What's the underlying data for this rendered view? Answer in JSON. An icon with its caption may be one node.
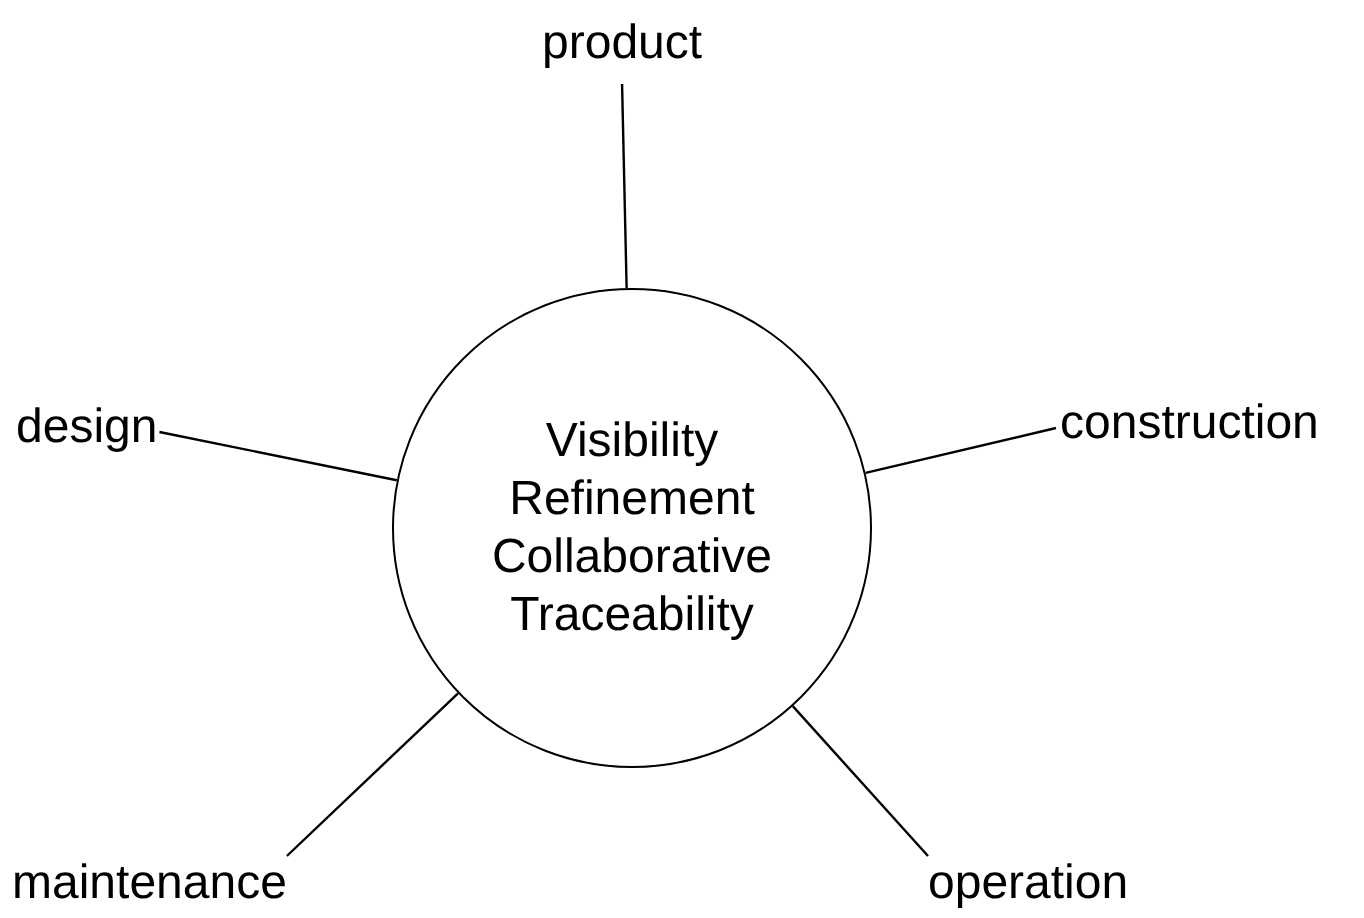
{
  "diagram": {
    "nodes": [
      {
        "text": [
          "Visibility",
          "Refinement",
          "Collaborative",
          "Traceability"
        ]
      },
      {
        "text": [
          "product"
        ]
      },
      {
        "text": [
          "design"
        ]
      },
      {
        "text": [
          "construction"
        ]
      },
      {
        "text": [
          "maintenance"
        ]
      },
      {
        "text": [
          "operation"
        ]
      }
    ],
    "edges": [
      {
        "from": 0,
        "to": 1,
        "arrow": "none"
      },
      {
        "from": 0,
        "to": 2,
        "arrow": "none"
      },
      {
        "from": 0,
        "to": 3,
        "arrow": "none"
      },
      {
        "from": 0,
        "to": 4,
        "arrow": "none"
      },
      {
        "from": 0,
        "to": 5,
        "arrow": "none"
      }
    ]
  }
}
